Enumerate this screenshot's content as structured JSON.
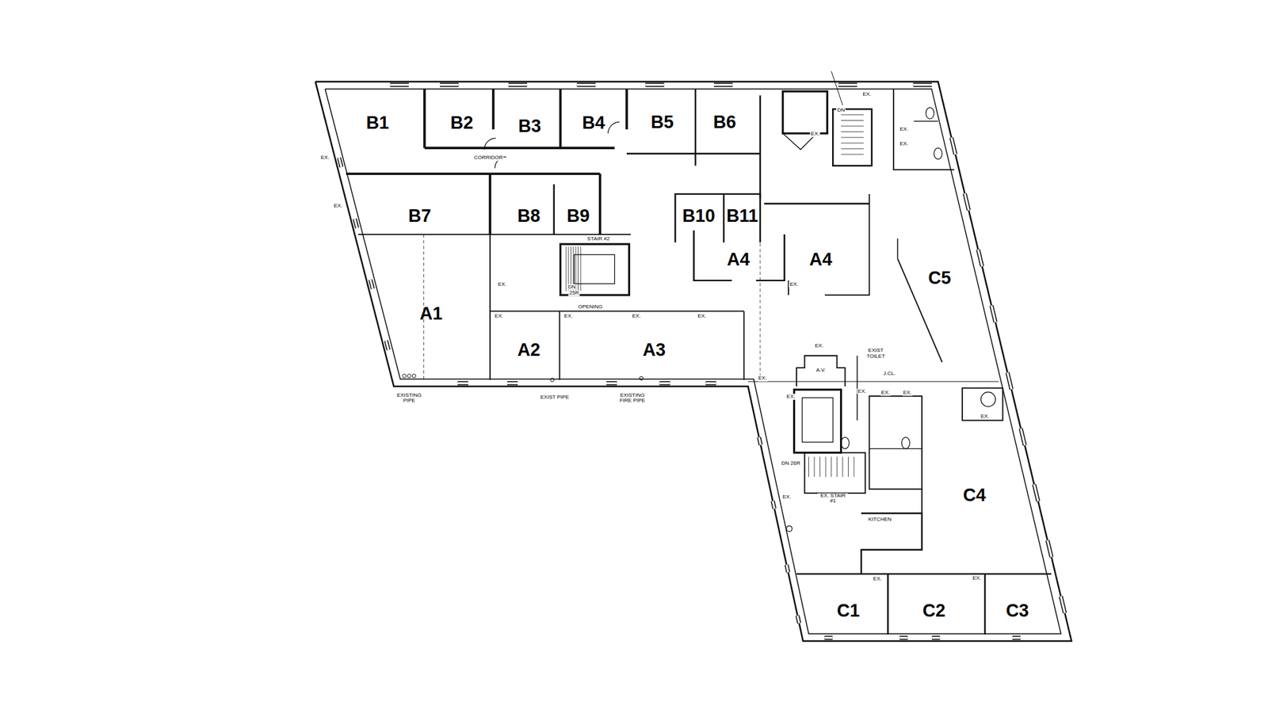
{
  "diagram": {
    "labels": [
      "B1",
      "B2",
      "B3",
      "B4",
      "B5",
      "B6",
      "B7",
      "B8",
      "B9",
      "B10",
      "B11",
      "A4",
      "A4",
      "A1",
      "A2",
      "A3",
      "C5",
      "C4",
      "C1",
      "C2",
      "C3",
      "CORRIDOR",
      "STAIR #2",
      "OPENING",
      "DN",
      "25R",
      "EXISTING PIPE",
      "EXIST PIPE",
      "EXISTING FIRE PIPE",
      "A.V.",
      "EXIST TOILET",
      "J.CL.",
      "KITCHEN",
      "DN 26R",
      "EX. STAIR #1",
      "DN",
      "EX.",
      "EX.",
      "EX.",
      "EX.",
      "EX.",
      "EX.",
      "EX.",
      "EX.",
      "EX.",
      "EX.",
      "EX.",
      "EX.",
      "EX.",
      "EX.",
      "EX.",
      "EX.",
      "EX.",
      "EX.",
      "EX.",
      "EX.",
      "EX.",
      "EX."
    ]
  }
}
